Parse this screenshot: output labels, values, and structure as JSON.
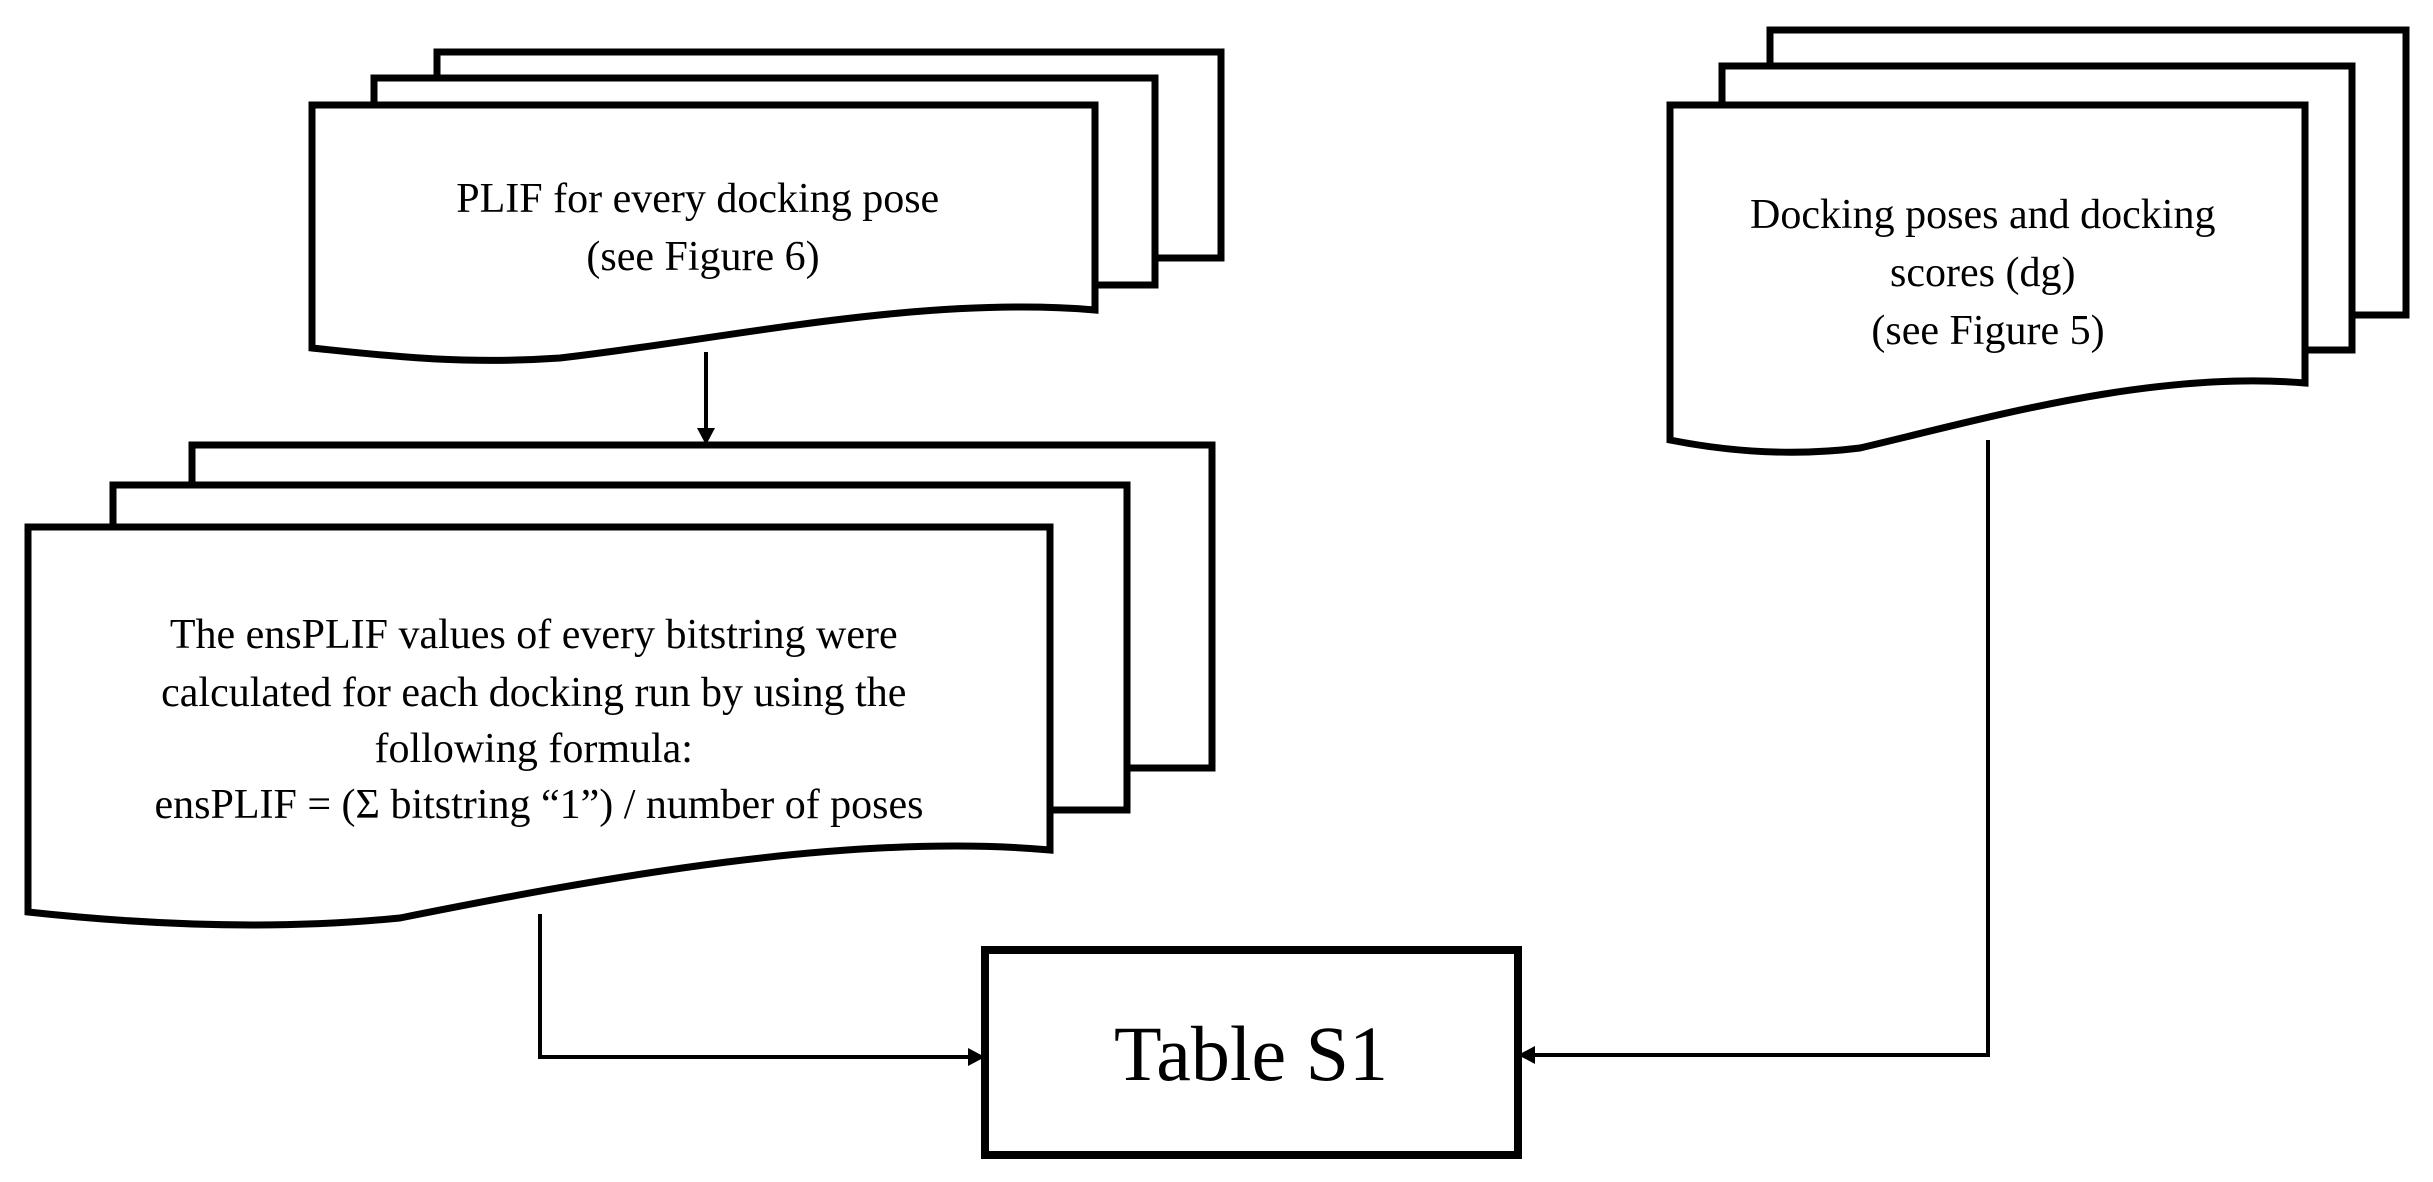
{
  "nodes": {
    "plif": {
      "lines": [
        "PLIF for every docking pose",
        "(see Figure 6)"
      ]
    },
    "docking": {
      "lines": [
        "Docking poses and docking",
        "scores (dg)",
        "(see Figure 5)"
      ]
    },
    "ensplif": {
      "lines": [
        "The ensPLIF values of every bitstring were",
        "calculated for each docking run by using the",
        "following formula:",
        "ensPLIF = (Σ bitstring “1”) / number of poses"
      ]
    },
    "table": {
      "label": "Table S1"
    }
  },
  "colors": {
    "stroke": "#000000",
    "fill": "#ffffff"
  }
}
